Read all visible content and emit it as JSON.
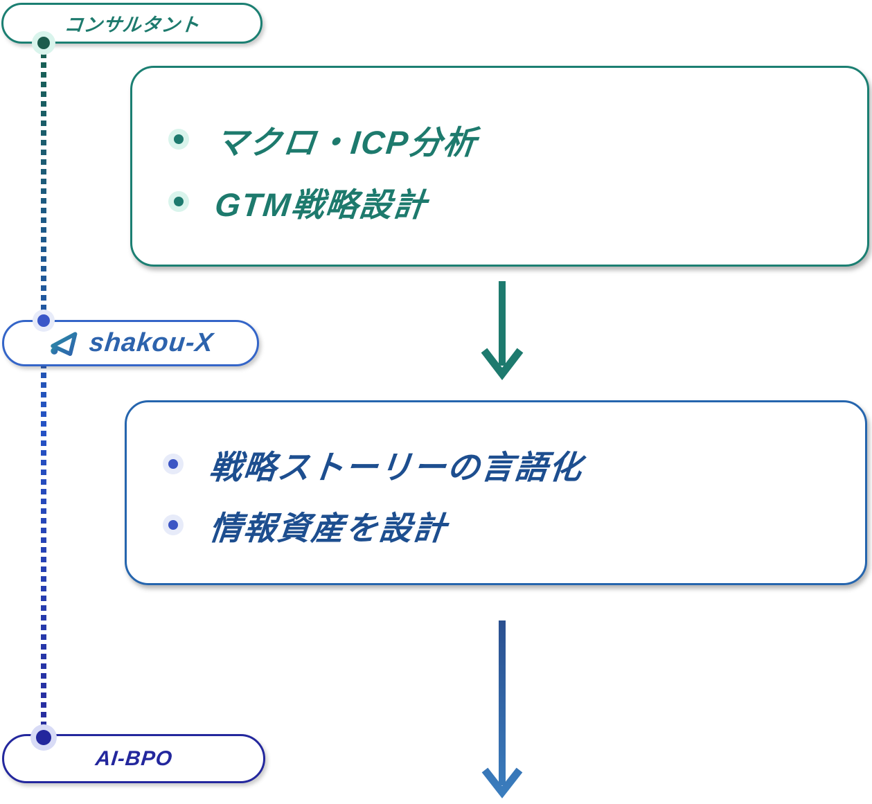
{
  "colors": {
    "teal": "#1b7f72",
    "teal_text": "#1d7a6d",
    "teal_dot": "#1d5c4c",
    "teal_halo": "#d9f4ec",
    "arrow_teal": "#1d7a6e",
    "blue_border": "#2565ae",
    "blue_text": "#1d4e8f",
    "indigo_dot": "#3b55c4",
    "indigo_halo": "#e7ebf9",
    "node2_dot": "#3a57c8",
    "pill2_border": "#3465c8",
    "shakou_blue": "#2d63ad",
    "navy": "#23279d",
    "navy_halo": "#d8dbf6",
    "arrow_blue_top": "#2a4e8e",
    "arrow_blue_bottom": "#3b7fc0",
    "line_top": "#17604f",
    "line_mid": "#2553c5",
    "line_bottom": "#272b9d",
    "logo_gradient_start": "#2b8ca4",
    "logo_gradient_end": "#2d63ae"
  },
  "timeline": {
    "consultant": {
      "label": "コンサルタント"
    },
    "shakou": {
      "label": "shakou-X",
      "logo_icon": "paper-plane-icon"
    },
    "aibpo": {
      "label": "AI-BPO"
    }
  },
  "boxes": {
    "consultant_tasks": {
      "items": [
        "マクロ・ICP分析",
        "GTM戦略設計"
      ]
    },
    "shakou_tasks": {
      "items": [
        "戦略ストーリーの言語化",
        "情報資産を設計"
      ]
    }
  },
  "arrows": {
    "first": "arrow-consultant-to-shakou",
    "second": "arrow-shakou-to-aibpo"
  }
}
